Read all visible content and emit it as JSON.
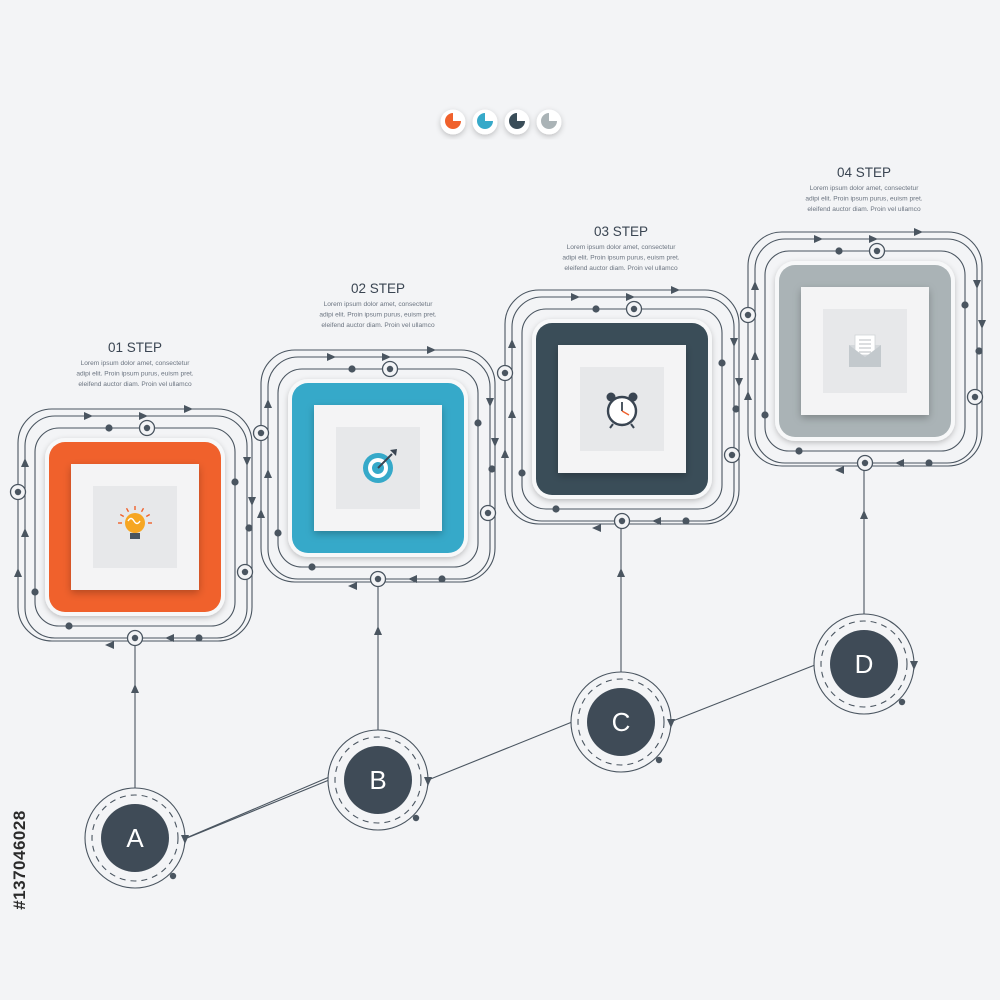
{
  "legend": {
    "swatches": [
      "#f0612c",
      "#36a9c9",
      "#3a4d58",
      "#aab3b6"
    ]
  },
  "steps": [
    {
      "title": "01 STEP",
      "color": "#f0612c",
      "icon": "lightbulb-icon",
      "desc": [
        "Lorem ipsum dolor amet, consectetur",
        "adipi elit. Proin ipsum purus, euism pret.",
        "eleifend auctor diam. Proin vel ullamco"
      ]
    },
    {
      "title": "02 STEP",
      "color": "#36a9c9",
      "icon": "target-icon",
      "desc": [
        "Lorem ipsum dolor amet, consectetur",
        "adipi elit. Proin ipsum purus, euism pret.",
        "eleifend auctor diam. Proin vel ullamco"
      ]
    },
    {
      "title": "03 STEP",
      "color": "#3a4d58",
      "icon": "alarm-clock-icon",
      "desc": [
        "Lorem ipsum dolor amet, consectetur",
        "adipi elit. Proin ipsum purus, euism pret.",
        "eleifend auctor diam. Proin vel ullamco"
      ]
    },
    {
      "title": "04 STEP",
      "color": "#aab3b6",
      "icon": "envelope-icon",
      "desc": [
        "Lorem ipsum dolor amet, consectetur",
        "adipi elit. Proin ipsum purus, euism pret.",
        "eleifend auctor diam. Proin vel ullamco"
      ]
    }
  ],
  "nodes": [
    {
      "letter": "A"
    },
    {
      "letter": "B"
    },
    {
      "letter": "C"
    },
    {
      "letter": "D"
    }
  ],
  "stock_id": "#137046028",
  "colors": {
    "line": "#4a5560",
    "node_fill": "#3f4b57",
    "background": "#f3f4f6"
  }
}
